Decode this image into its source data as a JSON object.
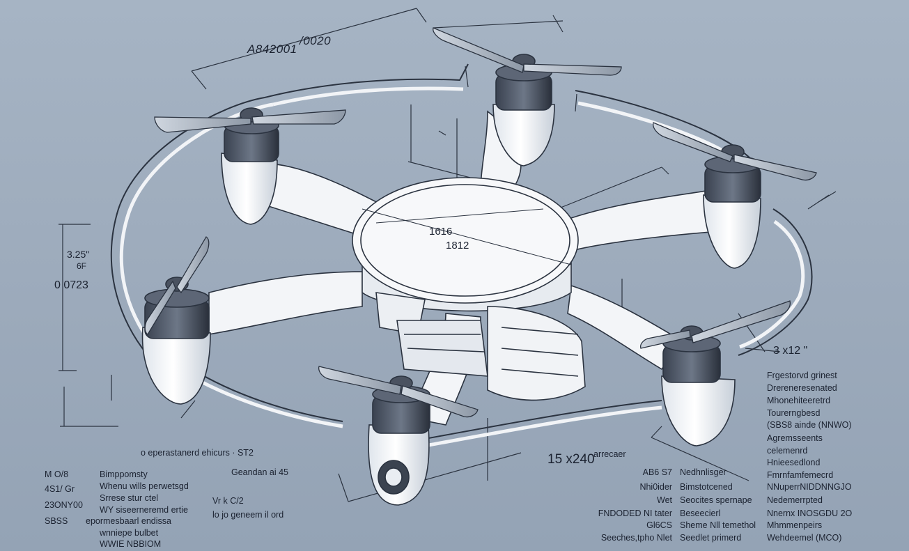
{
  "colors": {
    "background": "#9eacbd",
    "line": "#2b3340",
    "body_fill": "#f4f6f9",
    "shade": "#c9d2dc"
  },
  "dimensions": {
    "top_span": "A842001",
    "top_span_b": "/0020",
    "body_top": "1616",
    "body_bottom": "1812",
    "left_height_a": "3.25\"",
    "left_height_b": "6F",
    "left_height_c": "0  0723",
    "right_width": "3 x12 \"",
    "bottom_width": "15 x240",
    "bottom_width_suffix": "arrecaer"
  },
  "notes_bottom_left": {
    "header": "o  eperastanerd  ehicurs  ·  ST2",
    "row2_right": "Geandan   ai   45",
    "codes": [
      "M O/8",
      "4S1/ Gr",
      "23ONY00",
      "SBSS"
    ],
    "specs": [
      "Bimppomsty",
      "Whenu  wills  perwetsgd",
      "Srrese stur  ctel",
      "WY siseerneremd  ertie",
      "epormesbaarl  endissa",
      "wnniepe  bulbet",
      "WWIE  NBBIOM"
    ],
    "mid_a": "Vr k  C/2",
    "mid_b": "lo jo  geneem   il ord"
  },
  "notes_bottom_right": {
    "codes": [
      "AB6 S7",
      "Nhi0ider",
      "Wet",
      "FNDODED  NI  tater",
      "Gl6CS",
      "Seeches,tpho  Nlet"
    ],
    "specs_mid": [
      "Nedhnlisger",
      "Bimstotcened",
      "Seocites  spernape",
      "Beseecierl",
      "Sheme  Nll  temethol",
      "Seedlet  primerd"
    ],
    "specs_far": [
      "Frgestorvd  grinest",
      "Drereneresenated",
      "Mhonehiteeretrd",
      "Tourerngbesd",
      "(SBS8  ainde  (NNWO)",
      "Agremsseents",
      "celemenrd",
      "Hnieesedlond",
      "Fmrnfamfemecrd",
      "NNuperrNIDDNNGJO",
      "Nedemerrpted",
      "Nnernx  INOSGDU  2O",
      "Mhmmenpeirs",
      "Wehdeemel  (MCO)"
    ]
  }
}
